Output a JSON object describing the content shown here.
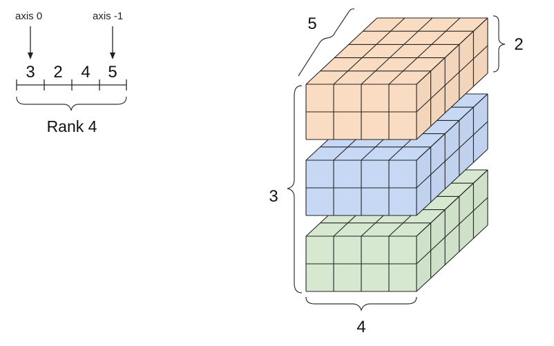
{
  "rank_diagram": {
    "axis_first_label": "axis 0",
    "axis_last_label": "axis -1",
    "shape_values": [
      "3",
      "2",
      "4",
      "5"
    ],
    "rank_label": "Rank 4"
  },
  "tensor_diagram": {
    "depth_label": "5",
    "rows_label": "2",
    "blocks_label": "3",
    "columns_label": "4",
    "block_colors": {
      "top": "#f9dcc1",
      "middle": "#c7d8f5",
      "bottom": "#d6e8cf"
    }
  }
}
